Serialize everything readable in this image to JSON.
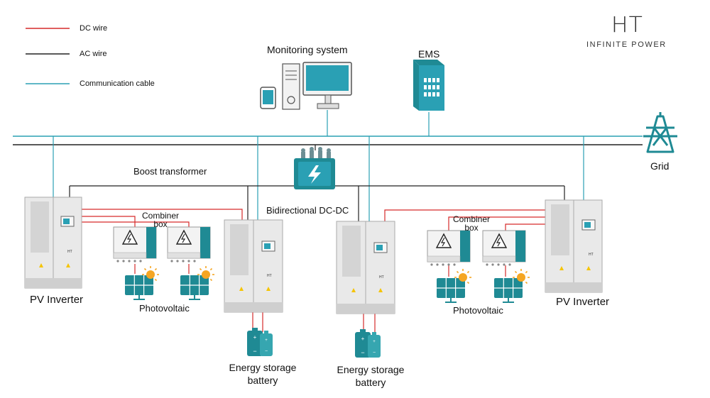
{
  "legend": {
    "dc": "DC wire",
    "ac": "AC wire",
    "comm": "Communication cable"
  },
  "colors": {
    "dc": "#d62a2a",
    "ac": "#222222",
    "comm": "#2aa0b4",
    "teal": "#1f8a94"
  },
  "brand": {
    "mark": "HT",
    "tagline": "INFINITE POWER"
  },
  "labels": {
    "monitoring": "Monitoring system",
    "ems": "EMS",
    "grid": "Grid",
    "boost": "Boost transformer",
    "bidirectional": "Bidirectional DC-DC",
    "combiner_line1": "Combiner",
    "combiner_line2": "box",
    "photovoltaic": "Photovoltaic",
    "pv_inverter": "PV Inverter",
    "storage_line1": "Energy storage",
    "storage_line2": "battery"
  }
}
